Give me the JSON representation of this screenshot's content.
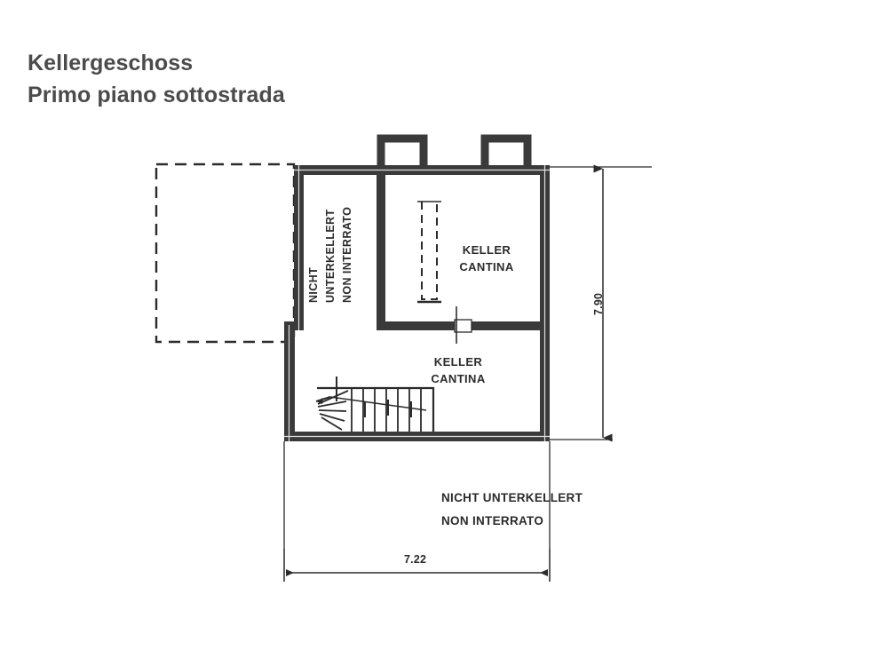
{
  "document": {
    "title_de": "Kellergeschoss",
    "title_it": "Primo piano sottostrada"
  },
  "plan": {
    "rooms": [
      {
        "id": "cellar-upper",
        "label_de": "KELLER",
        "label_it": "CANTINA"
      },
      {
        "id": "cellar-lower",
        "label_de": "KELLER",
        "label_it": "CANTINA"
      }
    ],
    "annotations": {
      "not_basemented_vertical_de": "NICHT",
      "not_basemented_vertical_de2": "UNTERKELLERT",
      "not_basemented_vertical_it": "NON INTERRATO",
      "not_basemented_bottom_de": "NICHT UNTERKELLERT",
      "not_basemented_bottom_it": "NON INTERRATO"
    },
    "dimensions": {
      "height_label": "7.90",
      "width_label": "7.22"
    },
    "colors": {
      "wall": "#3a3a3a",
      "ink": "#2b2b2b",
      "title": "#4b4b4b",
      "paper": "#ffffff"
    }
  }
}
